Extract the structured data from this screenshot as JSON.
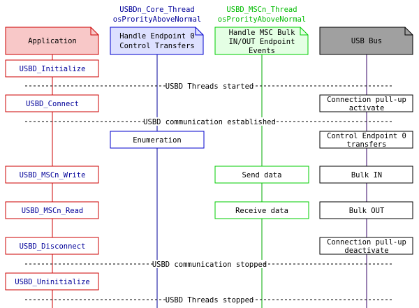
{
  "colors": {
    "application_stroke": "#cc0000",
    "application_fill": "#f8c8c8",
    "core_stroke": "#0000cc",
    "core_fill": "#dde0ff",
    "msc_stroke": "#00cc00",
    "msc_fill": "#e4ffe4",
    "bus_stroke": "#000000",
    "bus_fill": "#a0a0a0",
    "lifeline_application": "#cc0000",
    "lifeline_core": "#000099",
    "lifeline_msc": "#00aa00",
    "lifeline_bus": "#330066",
    "text_blue": "#000099",
    "text_green": "#00bb00",
    "text_black": "#000000"
  },
  "threads": {
    "core": {
      "line1": "USBDn_Core_Thread",
      "line2": "osProrityAboveNormal"
    },
    "msc": {
      "line1": "USBD_MSCn_Thread",
      "line2": "osProrityAboveNormal"
    }
  },
  "headers": {
    "application": {
      "label": "Application"
    },
    "core": {
      "line1": "Handle Endpoint 0",
      "line2": "Control Transfers"
    },
    "msc": {
      "line1": "Handle MSC Bulk",
      "line2": "IN/OUT Endpoint",
      "line3": "Events"
    },
    "bus": {
      "label": "USB Bus"
    }
  },
  "app_calls": {
    "initialize": "USBD_Initialize",
    "connect": "USBD_Connect",
    "write": "USBD_MSCn_Write",
    "read": "USBD_MSCn_Read",
    "disconnect": "USBD_Disconnect",
    "uninitialize": "USBD_Uninitialize"
  },
  "core_actions": {
    "enumeration": "Enumeration"
  },
  "msc_actions": {
    "send": "Send data",
    "receive": "Receive data"
  },
  "bus_actions": {
    "connect": {
      "line1": "Connection pull-up",
      "line2": "activate"
    },
    "control": {
      "line1": "Control Endpoint 0",
      "line2": "transfers"
    },
    "bulk_in": "Bulk IN",
    "bulk_out": "Bulk OUT",
    "disconnect": {
      "line1": "Connection pull-up",
      "line2": "deactivate"
    }
  },
  "dividers": {
    "threads_started": "USBD Threads started",
    "comm_established": "USBD communication established",
    "comm_stopped": "USBD communication stopped",
    "threads_stopped": "USBD Threads stopped"
  }
}
